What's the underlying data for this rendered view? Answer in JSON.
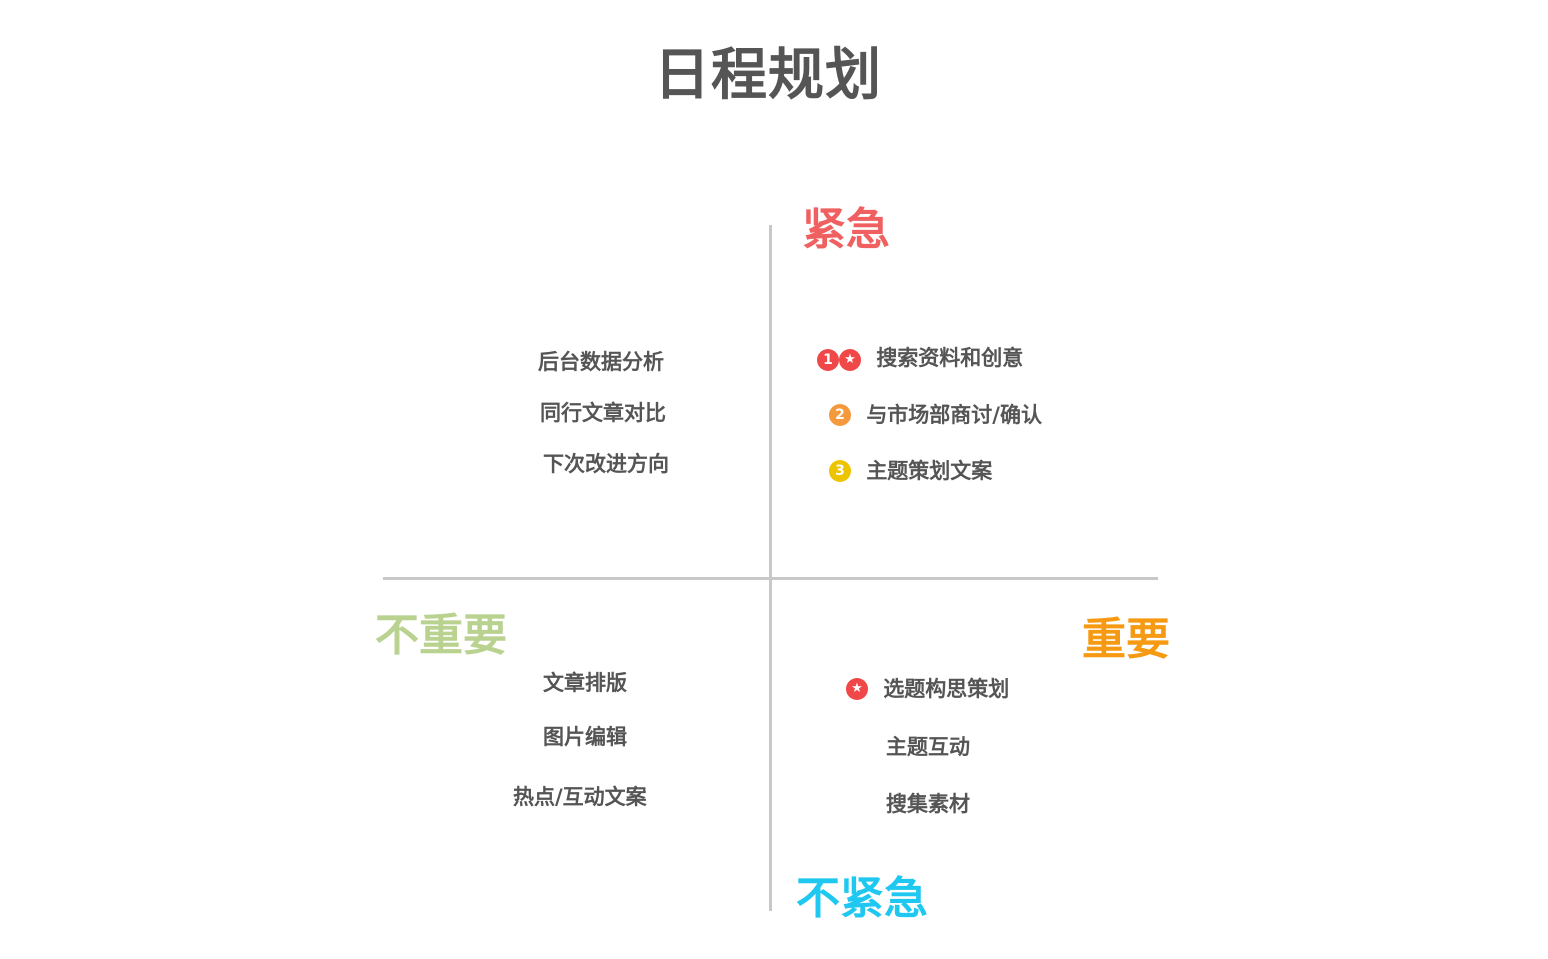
{
  "title": "日程规划",
  "colors": {
    "axis": "#c8c8c8",
    "text": "#555555",
    "urgent": "#f06060",
    "not_important": "#b9d290",
    "important": "#f59a12",
    "not_urgent": "#1ec8f0",
    "badge_red": "#f04848",
    "badge_orange": "#f59a3c",
    "badge_yellow": "#ecc400"
  },
  "axes": {
    "top": "紧急",
    "bottom": "不紧急",
    "left": "不重要",
    "right": "重要"
  },
  "quadrants": {
    "urgent_important": {
      "items": [
        {
          "badge": "1",
          "star": true,
          "icon": "star-icon",
          "label": "搜索资料和创意"
        },
        {
          "badge": "2",
          "label": "与市场部商讨/确认"
        },
        {
          "badge": "3",
          "label": "主题策划文案"
        }
      ]
    },
    "urgent_not_important": {
      "items": [
        {
          "label": "后台数据分析"
        },
        {
          "label": "同行文章对比"
        },
        {
          "label": "下次改进方向"
        }
      ]
    },
    "not_urgent_not_important": {
      "items": [
        {
          "label": "文章排版"
        },
        {
          "label": "图片编辑"
        },
        {
          "label": "热点/互动文案"
        }
      ]
    },
    "not_urgent_important": {
      "items": [
        {
          "star": true,
          "icon": "star-icon",
          "label": "选题构思策划"
        },
        {
          "label": "主题互动"
        },
        {
          "label": "搜集素材"
        }
      ]
    }
  },
  "glyphs": {
    "star": "★"
  }
}
